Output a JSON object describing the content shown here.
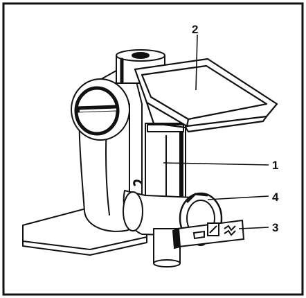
{
  "callouts": {
    "item_1": "1",
    "item_2": "2",
    "item_3": "3",
    "item_4": "4"
  },
  "icons": [
    "appliance-illustration",
    "knob-icon",
    "speed-selector-icon"
  ],
  "colors": {
    "ink": "#111111",
    "paper": "#ffffff"
  }
}
